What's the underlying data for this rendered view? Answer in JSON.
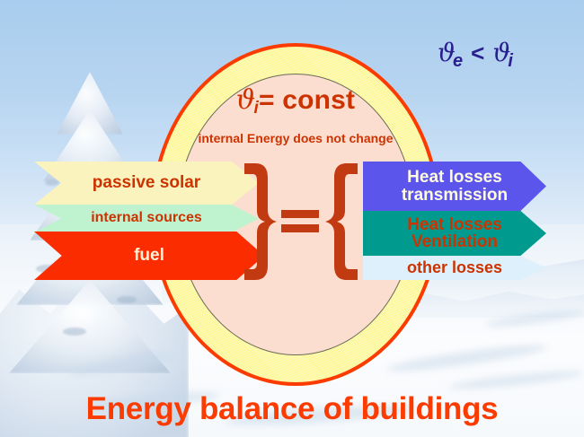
{
  "slide": {
    "title": "Energy balance of buildings",
    "background_description": "winter landscape with snow covered fir tree"
  },
  "colors": {
    "accent_red": "#fb3b00",
    "text_red": "#cc3300",
    "brace_red": "#c23a12",
    "ellipse_ring_yellow": "#fbf58a",
    "ellipse_fill": "#fbded0",
    "theta_blue": "#2a1f8f",
    "passive_solar_fill": "#fbf3bd",
    "internal_sources_fill": "#bff3cf",
    "fuel_fill": "#fb2d00",
    "heat_transmission_fill": "#5b55ec",
    "heat_ventilation_fill": "#009b8e",
    "other_losses_fill": "#def0fb"
  },
  "ellipse": {
    "headline_theta": "ϑ",
    "headline_sub": "i",
    "headline_rest": "= const",
    "headline_full": "ϑi = const",
    "caption": "internal Energy does not change"
  },
  "comparison": {
    "left_theta": "ϑ",
    "left_sub": "e",
    "operator": "<",
    "right_theta": "ϑ",
    "right_sub": "i",
    "full": "ϑe < ϑi"
  },
  "operator": {
    "equals": "=",
    "left_brace": "}",
    "right_brace": "{"
  },
  "gains": [
    {
      "label": "passive solar",
      "name": "passive-solar"
    },
    {
      "label": "internal sources",
      "name": "internal-sources"
    },
    {
      "label": "fuel",
      "name": "fuel"
    }
  ],
  "losses": [
    {
      "line1": "Heat losses",
      "line2": "transmission",
      "name": "heat-losses-transmission"
    },
    {
      "line1": "Heat losses",
      "line2": "Ventilation",
      "name": "heat-losses-ventilation"
    },
    {
      "line1": "other losses",
      "line2": "",
      "name": "other-losses"
    }
  ]
}
